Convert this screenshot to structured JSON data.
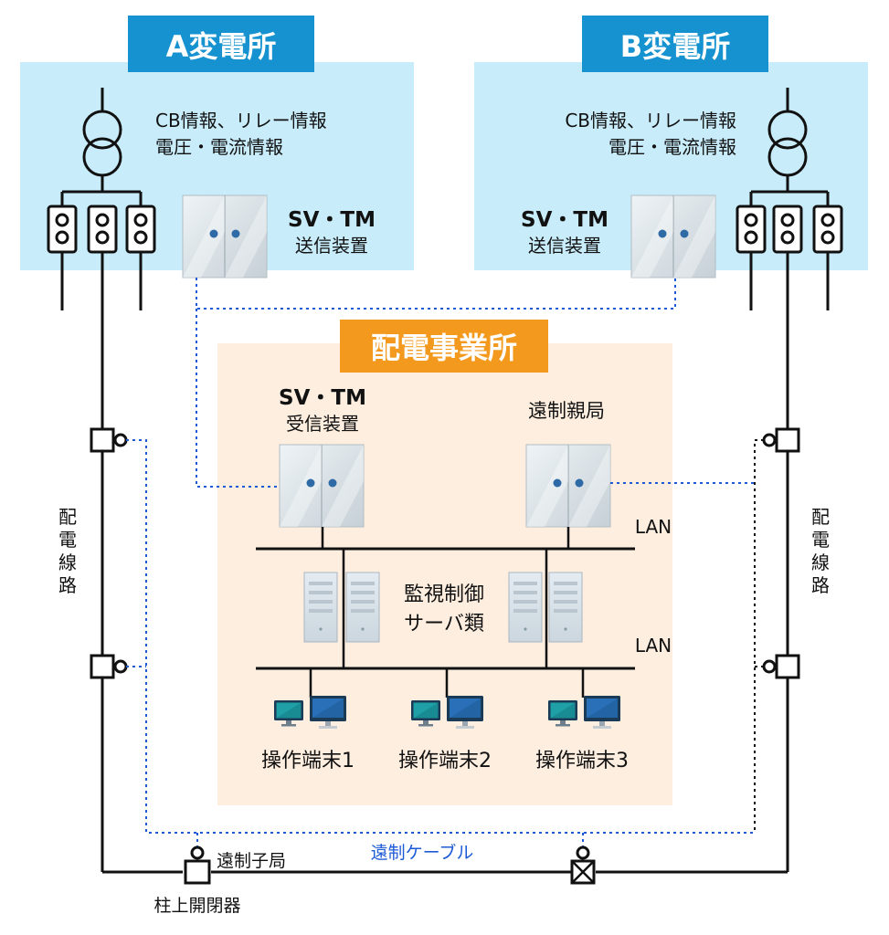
{
  "colors": {
    "substation_bg": "#c8ecfa",
    "title_blue": "#1592cf",
    "office_bg": "#fdeee0",
    "title_orange": "#f39a1e",
    "cable_blue": "#1d5bd6",
    "line_black": "#111111"
  },
  "substation_a": {
    "title": "A変電所",
    "info_line1": "CB情報、リレー情報",
    "info_line2": "電圧・電流情報",
    "device_line1": "SV・TM",
    "device_line2": "送信装置"
  },
  "substation_b": {
    "title": "B変電所",
    "info_line1": "CB情報、リレー情報",
    "info_line2": "電圧・電流情報",
    "device_line1": "SV・TM",
    "device_line2": "送信装置"
  },
  "office": {
    "title": "配電事業所",
    "receiver_line1": "SV・TM",
    "receiver_line2": "受信装置",
    "master_station": "遠制親局",
    "lan_upper": "LAN",
    "lan_lower": "LAN",
    "servers_line1": "監視制御",
    "servers_line2": "サーバ類",
    "terminals": [
      "操作端末1",
      "操作端末2",
      "操作端末3"
    ]
  },
  "distribution_line_left": [
    "配",
    "電",
    "線",
    "路"
  ],
  "distribution_line_right": [
    "配",
    "電",
    "線",
    "路"
  ],
  "remote_slave": "遠制子局",
  "pole_switch": "柱上開閉器",
  "remote_cable": "遠制ケーブル",
  "icons": [
    "transformer-icon",
    "breaker-icon",
    "cabinet-icon",
    "server-icon",
    "monitor-icon",
    "line-switch-icon"
  ]
}
